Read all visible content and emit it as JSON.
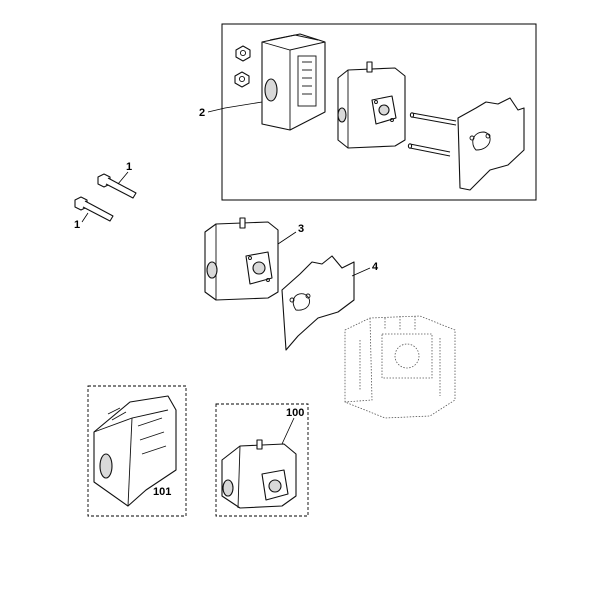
{
  "labels": {
    "part_1a": "1",
    "part_1b": "1",
    "part_2": "2",
    "part_3": "3",
    "part_4": "4",
    "part_100": "100",
    "part_101": "101"
  },
  "colors": {
    "line": "#111111",
    "shade": "#d9d9d9",
    "background": "#ffffff"
  }
}
